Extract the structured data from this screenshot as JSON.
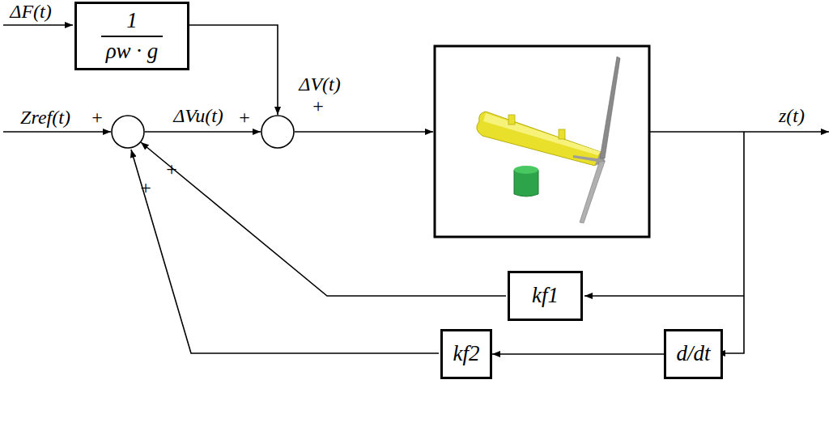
{
  "diagram": {
    "nodes": [
      {
        "text": [
          "1",
          "ρw · g"
        ]
      },
      {
        "text": [
          "kf1"
        ]
      },
      {
        "text": [
          "kf2"
        ]
      },
      {
        "text": [
          "d/dt"
        ]
      }
    ],
    "edges": [
      {
        "from": 3,
        "to": 2,
        "arrow": "to"
      }
    ],
    "labels": [
      "ΔF(t)",
      "ΔV(t)",
      "+",
      "Zref(t)",
      "+",
      "ΔVu(t)",
      "+",
      "+",
      "+",
      "z(t)"
    ]
  }
}
